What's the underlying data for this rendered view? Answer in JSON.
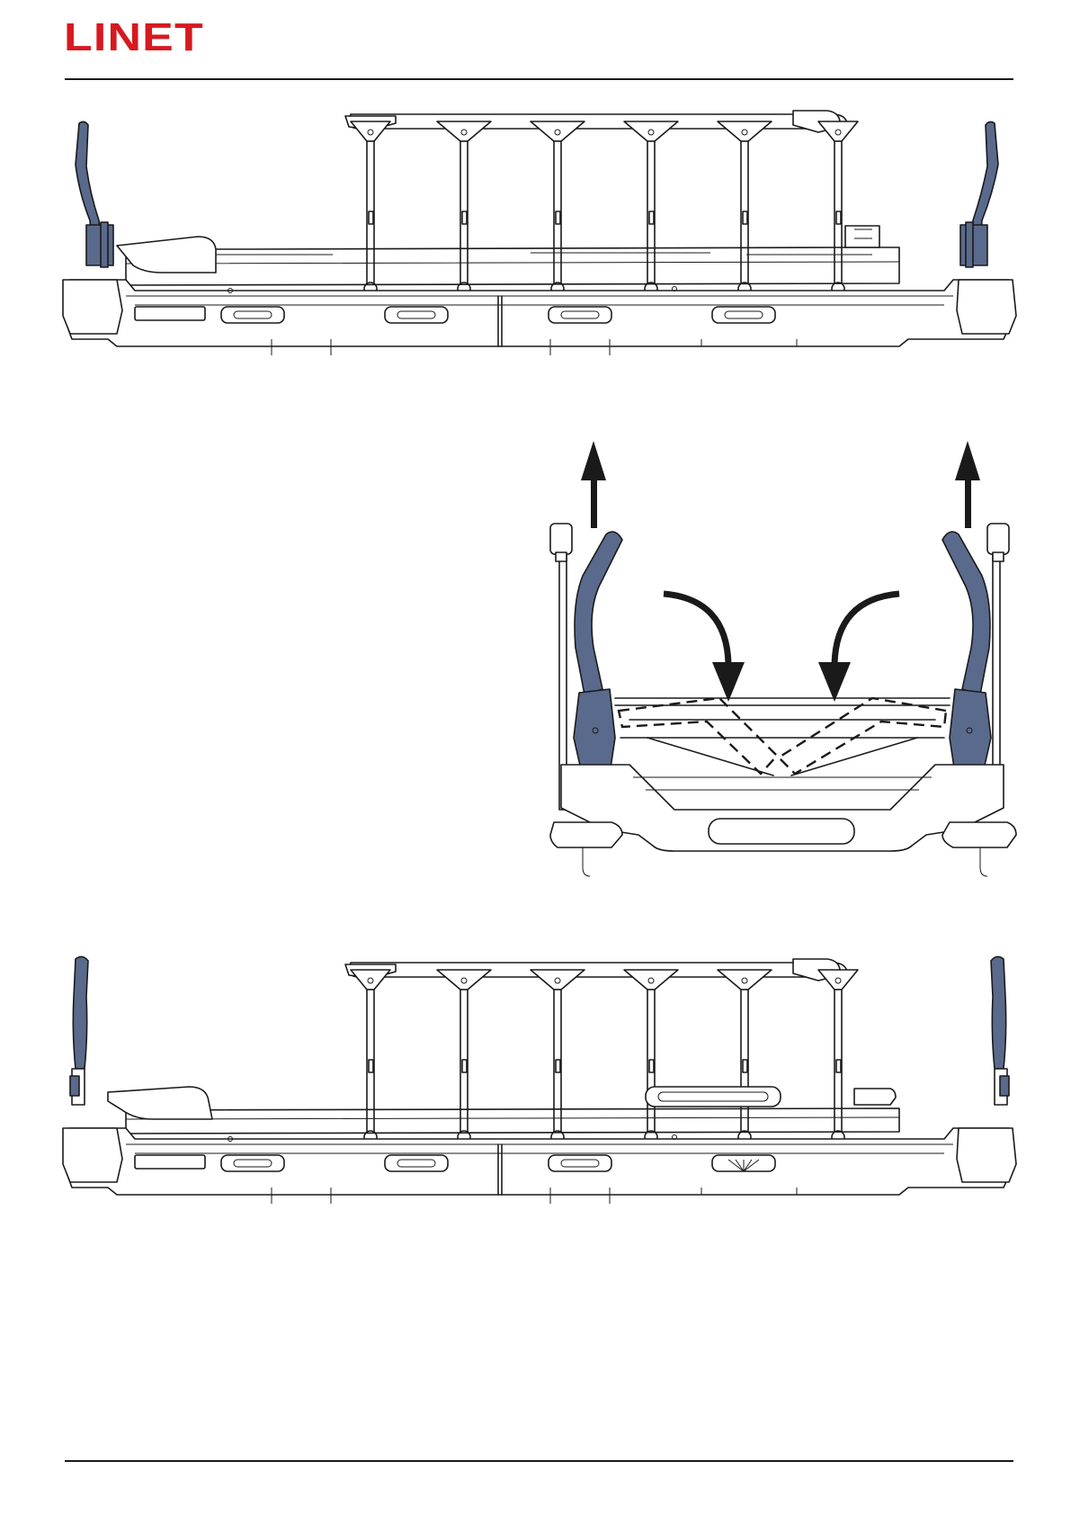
{
  "header": {
    "logo_text": "LINET",
    "brand_color": "#d71920"
  },
  "colors": {
    "handle_blue": "#5a6a8c",
    "line": "#1a1a1a",
    "arrow": "#1a1a1a"
  },
  "figures": [
    {
      "name": "bed-side-view-rails-up",
      "icons": [
        "headboard-handle-icon",
        "side-rail-icon",
        "footboard-handle-icon"
      ]
    },
    {
      "name": "bed-end-view-handles-removal",
      "icons": [
        "up-arrow-icon",
        "curved-arrow-icon"
      ]
    },
    {
      "name": "bed-side-view-handles-lowered",
      "icons": [
        "headboard-handle-icon",
        "side-rail-icon",
        "footboard-handle-icon"
      ]
    }
  ]
}
